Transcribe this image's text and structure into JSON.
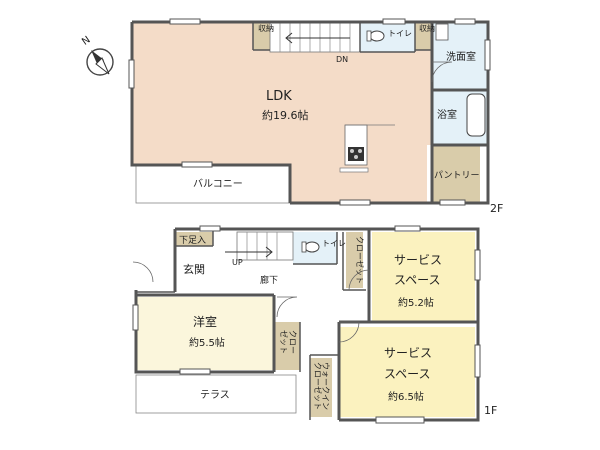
{
  "colors": {
    "ldk": "#f4dcc8",
    "service": "#fbf2bf",
    "western": "#fbf6dc",
    "wet": "#e4f1f8",
    "storage": "#d9ccaa",
    "wall": "#555555"
  },
  "floors": {
    "second": {
      "floor_label": "2F",
      "ldk_name": "LDK",
      "ldk_size": "約19.6帖",
      "storage_a": "収納",
      "storage_b": "収納",
      "toilet": "トイレ",
      "stairs_down": "DN",
      "washroom": "洗面室",
      "bathroom": "浴室",
      "pantry": "パントリー",
      "balcony": "バルコニー"
    },
    "first": {
      "floor_label": "1F",
      "shoe_storage": "下足入",
      "entrance": "玄関",
      "stairs_up": "UP",
      "hallway": "廊下",
      "toilet": "トイレ",
      "closet_a": "クローゼット",
      "service_a_line1": "サービス",
      "service_a_line2": "スペース",
      "service_a_size": "約5.2帖",
      "western_name": "洋室",
      "western_size": "約5.5帖",
      "closet_b_line1": "クロー",
      "closet_b_line2": "ゼット",
      "walkin_line1": "ウォークイン",
      "walkin_line2": "クローゼット",
      "service_b_line1": "サービス",
      "service_b_line2": "スペース",
      "service_b_size": "約6.5帖",
      "terrace": "テラス"
    }
  },
  "compass": {
    "north_label": "N",
    "icon": "compass-icon"
  }
}
